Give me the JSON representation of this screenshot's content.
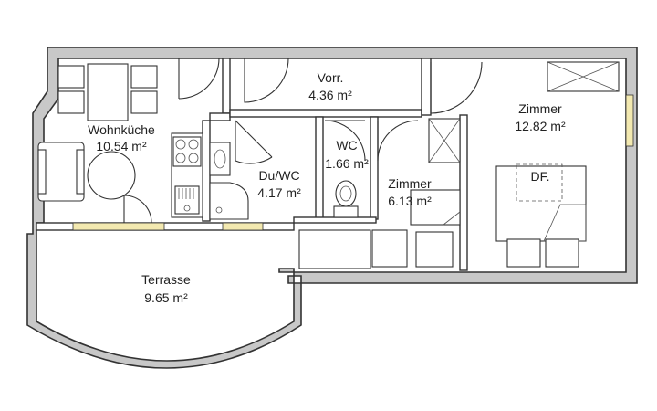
{
  "rooms": {
    "wohnkueche": {
      "name": "Wohnküche",
      "area": "10.54 m²"
    },
    "vorr": {
      "name": "Vorr.",
      "area": "4.36 m²"
    },
    "zimmer_big": {
      "name": "Zimmer",
      "area": "12.82 m²"
    },
    "wc": {
      "name": "WC",
      "area": "1.66 m²"
    },
    "duwc": {
      "name": "Du/WC",
      "area": "4.17 m²"
    },
    "zimmer_small": {
      "name": "Zimmer",
      "area": "6.13 m²"
    },
    "terrasse": {
      "name": "Terrasse",
      "area": "9.65 m²"
    }
  },
  "annotations": {
    "skylight": "DF."
  },
  "colors": {
    "wall": "#c8c8c8",
    "window": "#f3e9b0",
    "line": "#333333"
  }
}
